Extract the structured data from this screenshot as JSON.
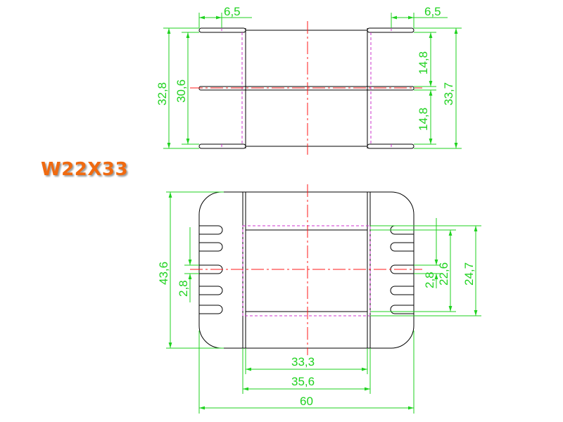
{
  "title": "W22X33",
  "colors": {
    "dimension": "#1fd21f",
    "outline": "#000000",
    "hidden": "#cc33cc",
    "centerline": "#ff1a1a",
    "title": "#f06a10"
  },
  "top_view": {
    "flange_left": "6,5",
    "flange_right": "6,5",
    "overall_left": "32,8",
    "inner_left": "30,6",
    "upper_right": "14,8",
    "lower_right": "14,8",
    "overall_right": "33,7"
  },
  "front_view": {
    "height": "43,6",
    "slot_left": "2,8",
    "slot_right": "2,8",
    "window_height": "22,6",
    "outer_window_height": "24,7",
    "core_width": "33,3",
    "flange_width": "35,6",
    "overall_width": "60"
  }
}
